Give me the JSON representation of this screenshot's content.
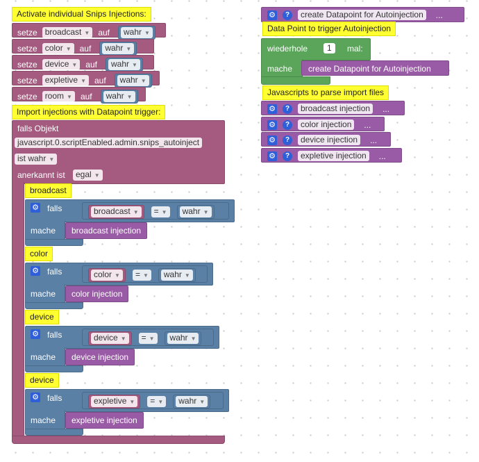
{
  "colors": {
    "variable": "#a55b80",
    "logic": "#5b80a5",
    "loop": "#5ba55b",
    "procedure": "#995ba5",
    "comment": "#ffff31"
  },
  "icons": {
    "gear": "gear-icon",
    "help": "help-icon",
    "dropdown": "dropdown-arrow-icon"
  },
  "comments": {
    "activate": "Activate individual Snips Injections:",
    "import": "Import injections with Datapoint trigger:",
    "datapoint": "Data Point to trigger Autoinjection",
    "javascripts": "Javascripts to parse import files",
    "broadcast": "broadcast",
    "color": "color",
    "device": "device",
    "expletive": "device"
  },
  "setze": {
    "keyword": "setze",
    "on": "auf",
    "rows": [
      {
        "var": "broadcast",
        "value": "wahr"
      },
      {
        "var": "color",
        "value": "wahr"
      },
      {
        "var": "device",
        "value": "wahr"
      },
      {
        "var": "expletive",
        "value": "wahr"
      },
      {
        "var": "room",
        "value": "wahr"
      }
    ]
  },
  "trigger": {
    "falls_objekt": "falls Objekt",
    "object_id": "javascript.0.scriptEnabled.admin.snips_autoinject",
    "condition": "ist wahr",
    "ack_label": "anerkannt ist",
    "ack_value": "egal"
  },
  "ifs": [
    {
      "falls": "falls",
      "var": "broadcast",
      "op": "=",
      "value": "wahr",
      "mache": "mache",
      "call": "broadcast injection"
    },
    {
      "falls": "falls",
      "var": "color",
      "op": "=",
      "value": "wahr",
      "mache": "mache",
      "call": "color injection"
    },
    {
      "falls": "falls",
      "var": "device",
      "op": "=",
      "value": "wahr",
      "mache": "mache",
      "call": "device injection"
    },
    {
      "falls": "falls",
      "var": "expletive",
      "op": "=",
      "value": "wahr",
      "mache": "mache",
      "call": "expletive injection"
    }
  ],
  "right": {
    "create_fn": "create Datapoint for Autoinjection",
    "ellipsis": "...",
    "repeat": "wiederhole",
    "repeat_count": "1",
    "repeat_suffix": "mal:",
    "mache": "mache",
    "repeat_call": "create Datapoint for Autoinjection",
    "functions": [
      "broadcast injection",
      "color injection",
      "device injection",
      "expletive injection"
    ]
  }
}
